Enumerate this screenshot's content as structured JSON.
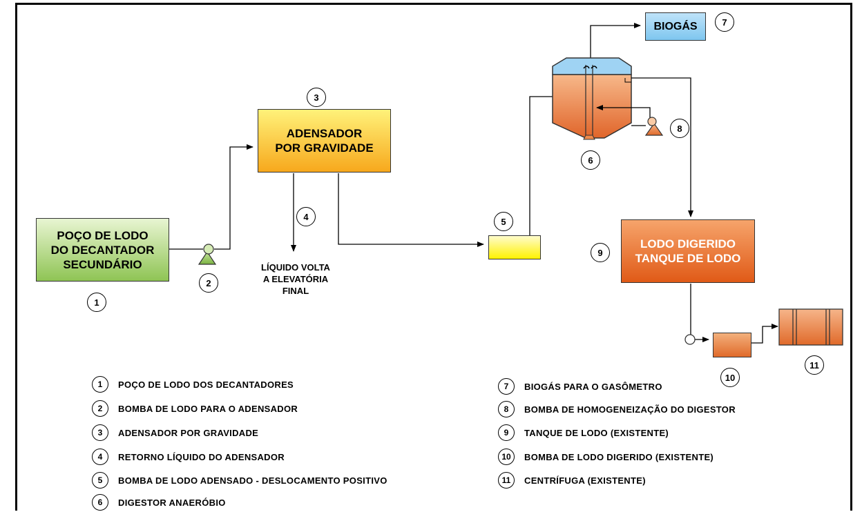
{
  "boxes": {
    "poco": "POÇO DE LODO\nDO  DECANTADOR\nSECUNDÁRIO",
    "adensador": "ADENSADOR\nPOR GRAVIDADE",
    "biogas": "BIOGÁS",
    "lodo_digerido": "LODO DIGERIDO\nTANQUE DE LODO"
  },
  "text_labels": {
    "liquido": "LÍQUIDO VOLTA\nA ELEVATÓRIA\nFINAL"
  },
  "numbers": {
    "n1": "1",
    "n2": "2",
    "n3": "3",
    "n4": "4",
    "n5": "5",
    "n6": "6",
    "n7": "7",
    "n8": "8",
    "n9": "9",
    "n10": "10",
    "n11": "11"
  },
  "legend_left": [
    {
      "num": "1",
      "text": "POÇO DE LODO DOS DECANTADORES"
    },
    {
      "num": "2",
      "text": "BOMBA DE LODO PARA O ADENSADOR"
    },
    {
      "num": "3",
      "text": "ADENSADOR POR GRAVIDADE"
    },
    {
      "num": "4",
      "text": "RETORNO LÍQUIDO DO ADENSADOR"
    },
    {
      "num": "5",
      "text": "BOMBA DE LODO ADENSADO - DESLOCAMENTO POSITIVO"
    },
    {
      "num": "6",
      "text": "DIGESTOR ANAERÓBIO"
    }
  ],
  "legend_right": [
    {
      "num": "7",
      "text": "BIOGÁS PARA O GASÔMETRO"
    },
    {
      "num": "8",
      "text": "BOMBA DE HOMOGENEIZAÇÃO DO DIGESTOR"
    },
    {
      "num": "9",
      "text": "TANQUE DE LODO (EXISTENTE)"
    },
    {
      "num": "10",
      "text": "BOMBA DE LODO DIGERIDO (EXISTENTE)"
    },
    {
      "num": "11",
      "text": "CENTRÍFUGA (EXISTENTE)"
    }
  ],
  "colors": {
    "green": "#8fc454",
    "yellow": "#f7a81c",
    "orange": "#e05a17",
    "blue": "#7ec6ef",
    "line": "#000000"
  }
}
